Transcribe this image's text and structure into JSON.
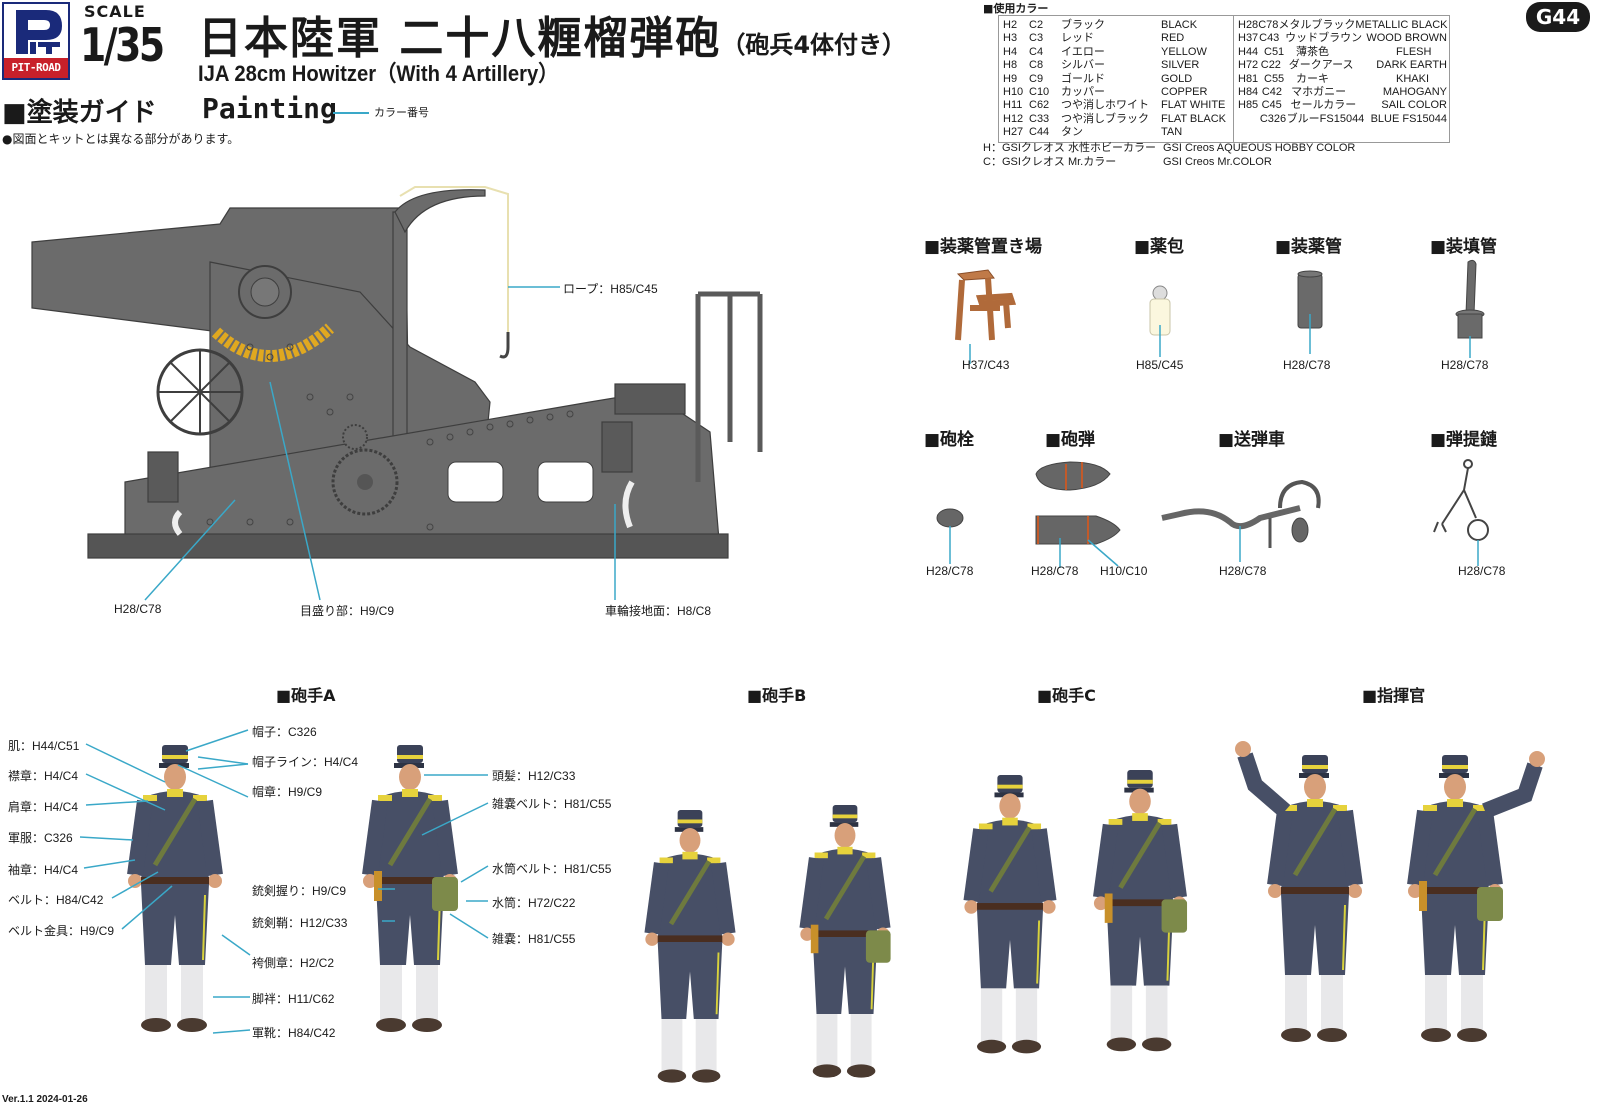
{
  "header": {
    "brand": "PIT-ROAD",
    "scale_word": "SCALE",
    "scale_value": "1/35",
    "title_jp": "日本陸軍 二十八糎榴弾砲",
    "title_jp_sub": "（砲兵4体付き）",
    "title_en": "IJA 28cm Howitzer（With 4 Artillery）",
    "product_code": "G44"
  },
  "painting_guide": {
    "heading_jp": "■塗装ガイド",
    "heading_en": "Painting",
    "legend_label": "カラー番号",
    "note": "●図面とキットとは異なる部分があります。"
  },
  "colors_used": {
    "title": "■使用カラー",
    "left_column": [
      {
        "h": "H2",
        "c": "C2",
        "jp": "ブラック",
        "en": "BLACK"
      },
      {
        "h": "H3",
        "c": "C3",
        "jp": "レッド",
        "en": "RED"
      },
      {
        "h": "H4",
        "c": "C4",
        "jp": "イエロー",
        "en": "YELLOW"
      },
      {
        "h": "H8",
        "c": "C8",
        "jp": "シルバー",
        "en": "SILVER"
      },
      {
        "h": "H9",
        "c": "C9",
        "jp": "ゴールド",
        "en": "GOLD"
      },
      {
        "h": "H10",
        "c": "C10",
        "jp": "カッパー",
        "en": "COPPER"
      },
      {
        "h": "H11",
        "c": "C62",
        "jp": "つや消しホワイト",
        "en": "FLAT WHITE"
      },
      {
        "h": "H12",
        "c": "C33",
        "jp": "つや消しブラック",
        "en": "FLAT BLACK"
      },
      {
        "h": "H27",
        "c": "C44",
        "jp": "タン",
        "en": "TAN"
      }
    ],
    "right_column": [
      {
        "h": "H28",
        "c": "C78",
        "jp": "メタルブラック",
        "en": "METALLIC BLACK"
      },
      {
        "h": "H37",
        "c": "C43",
        "jp": "ウッドブラウン",
        "en": "WOOD BROWN"
      },
      {
        "h": "H44",
        "c": "C51",
        "jp": "薄茶色",
        "en": "FLESH"
      },
      {
        "h": "H72",
        "c": "C22",
        "jp": "ダークアース",
        "en": "DARK EARTH"
      },
      {
        "h": "H81",
        "c": "C55",
        "jp": "カーキ",
        "en": "KHAKI"
      },
      {
        "h": "H84",
        "c": "C42",
        "jp": "マホガニー",
        "en": "MAHOGANY"
      },
      {
        "h": "H85",
        "c": "C45",
        "jp": "セールカラー",
        "en": "SAIL COLOR"
      },
      {
        "h": "",
        "c": "C326",
        "jp": "ブルーFS15044",
        "en": "BLUE FS15044"
      }
    ],
    "footnotes": [
      {
        "jp": "H：GSIクレオス 水性ホビーカラー",
        "en": "GSI Creos AQUEOUS HOBBY COLOR"
      },
      {
        "jp": "C：GSIクレオス Mr.カラー",
        "en": "GSI Creos Mr.COLOR"
      }
    ]
  },
  "howitzer_callouts": {
    "rope": "ロープ：H85/C45",
    "body": "H28/C78",
    "scale": "目盛り部：H9/C9",
    "wheel_contact": "車輪接地面：H8/C8"
  },
  "parts": [
    {
      "title": "■装薬管置き場",
      "label": "H37/C43"
    },
    {
      "title": "■薬包",
      "label": "H85/C45"
    },
    {
      "title": "■装薬管",
      "label": "H28/C78"
    },
    {
      "title": "■装填管",
      "label": "H28/C78"
    },
    {
      "title": "■砲栓",
      "label": "H28/C78"
    },
    {
      "title": "■砲弾",
      "label": "H28/C78",
      "label2": "H10/C10"
    },
    {
      "title": "■送弾車",
      "label": "H28/C78"
    },
    {
      "title": "■弾提鏈",
      "label": "H28/C78"
    }
  ],
  "figures": {
    "titles": [
      "■砲手A",
      "■砲手B",
      "■砲手C",
      "■指揮官"
    ],
    "left_labels": [
      "肌：H44/C51",
      "襟章：H4/C4",
      "肩章：H4/C4",
      "軍服：C326",
      "袖章：H4/C4",
      "ベルト：H84/C42",
      "ベルト金具：H9/C9"
    ],
    "mid_labels": [
      "帽子：C326",
      "帽子ライン：H4/C4",
      "帽章：H9/C9",
      "銃剣握り：H9/C9",
      "銃剣鞘：H12/C33",
      "袴側章：H2/C2",
      "脚袢：H11/C62",
      "軍靴：H84/C42"
    ],
    "right_labels": [
      "頭髪：H12/C33",
      "雑嚢ベルト：H81/C55",
      "水筒ベルト：H81/C55",
      "水筒：H72/C22",
      "雑嚢：H81/C55"
    ]
  },
  "palette": {
    "gun_gray": "#6b6b6b",
    "gun_dark": "#4a4a4a",
    "leader_line": "#3aa8c8",
    "scale_gold": "#e0a820",
    "uniform_blue": "#474f66",
    "uniform_yellow": "#e6d23c",
    "gaiter_white": "#e8e8ea",
    "khaki": "#7d8a4a",
    "wood": "#b06a3a",
    "logo_blue": "#1a2a7a",
    "logo_red": "#c8202a"
  },
  "footer": {
    "version": "Ver.1.1 2024-01-26"
  }
}
